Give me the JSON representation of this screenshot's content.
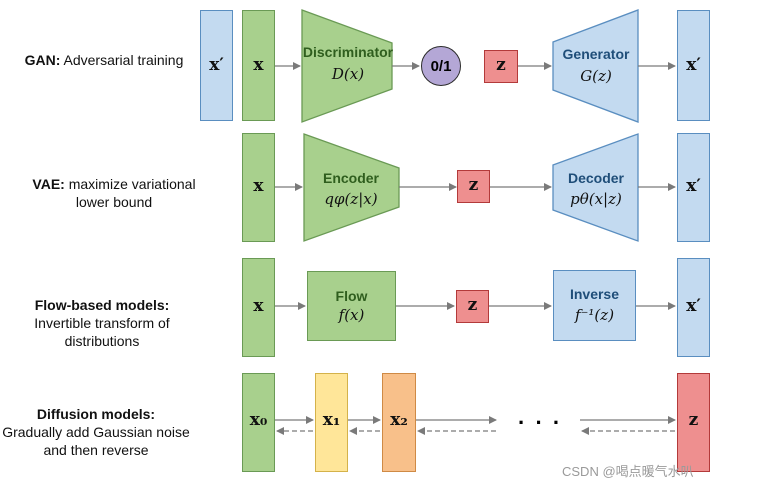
{
  "rows": {
    "gan": {
      "label_bold": "GAN:",
      "label_rest": " Adversarial training",
      "x_prime_in": "x′",
      "x": "x",
      "discriminator_title": "Discriminator",
      "discriminator_math": "D(x)",
      "output_circle": "0/1",
      "z": "z",
      "generator_title": "Generator",
      "generator_math": "G(z)",
      "x_prime_out": "x′"
    },
    "vae": {
      "label_bold": "VAE:",
      "label_rest": " maximize variational lower bound",
      "x": "x",
      "encoder_title": "Encoder",
      "encoder_math": "qφ(z|x)",
      "z": "z",
      "decoder_title": "Decoder",
      "decoder_math": "pθ(x|z)",
      "x_prime": "x′"
    },
    "flow": {
      "label_bold": "Flow-based models:",
      "label_rest": "Invertible transform of distributions",
      "x": "x",
      "flow_title": "Flow",
      "flow_math": "f(x)",
      "z": "z",
      "inverse_title": "Inverse",
      "inverse_math": "f⁻¹(z)",
      "x_prime": "x′"
    },
    "diffusion": {
      "label_bold": "Diffusion models:",
      "label_rest": "Gradually add Gaussian noise and then reverse",
      "x0": "x₀",
      "x1": "x₁",
      "x2": "x₂",
      "ellipsis": "· · ·",
      "z": "z"
    }
  },
  "watermark": "CSDN @喝点暖气水叭",
  "colors": {
    "green_fill": "#a8d08d",
    "blue_fill": "#c3daf0",
    "red_fill": "#ee8f8f",
    "yellow_fill": "#ffe699",
    "orange_fill": "#f8c08a",
    "purple_fill": "#b4a7d6"
  }
}
